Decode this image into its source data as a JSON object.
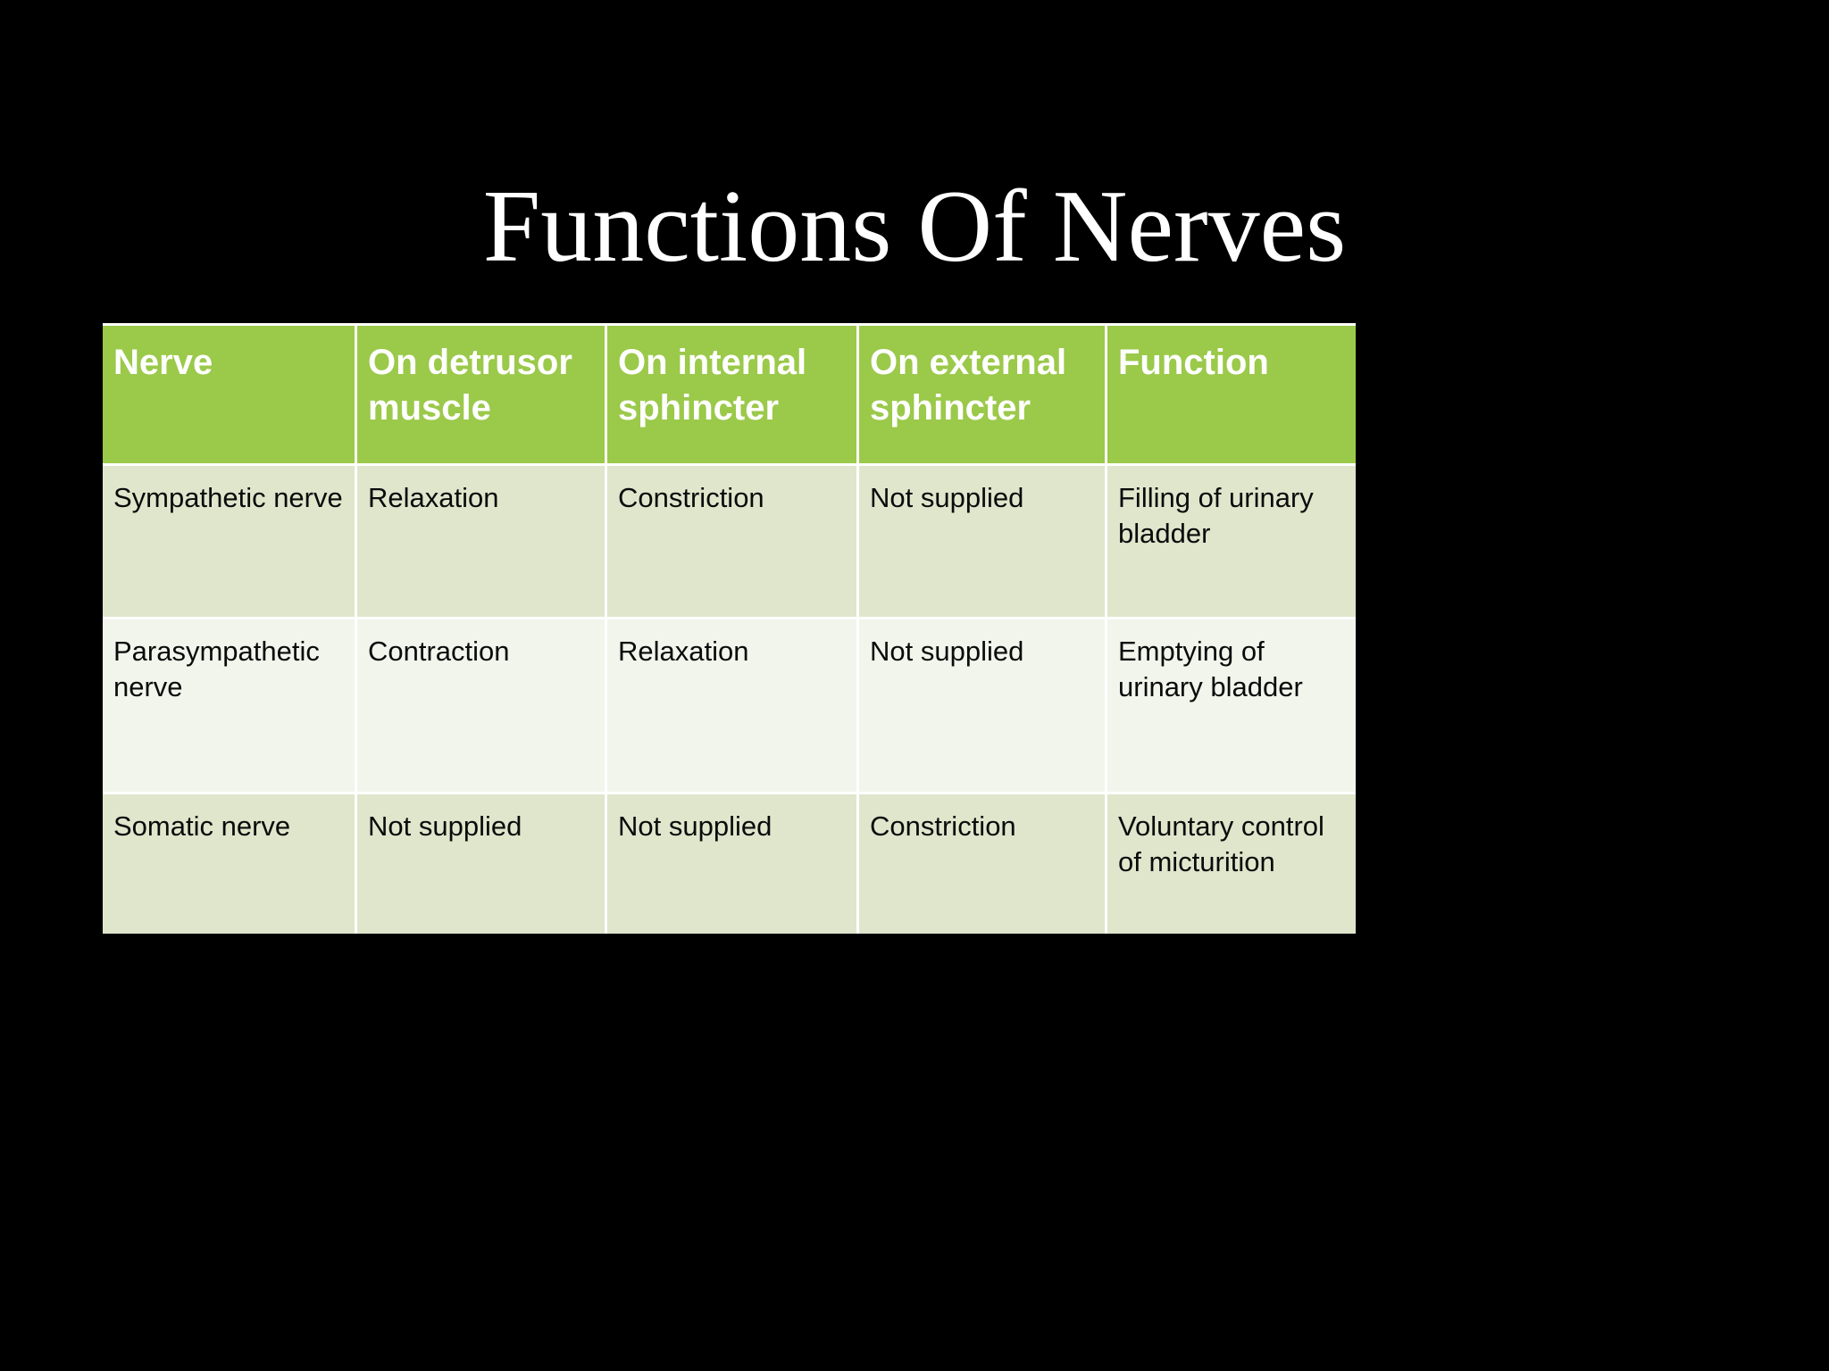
{
  "slide": {
    "title": "Functions Of Nerves",
    "background_color": "#000000",
    "title_color": "#ffffff"
  },
  "table": {
    "header_bg": "#9BC94A",
    "header_text_color": "#ffffff",
    "row_bg_even": "#DFE6CC",
    "row_bg_odd": "#F2F5EC",
    "grid_color": "#ffffff",
    "columns": [
      "Nerve",
      "On detrusor muscle",
      "On internal sphincter",
      "On external sphincter",
      "Function"
    ],
    "rows": [
      {
        "nerve": "Sympathetic nerve",
        "detrusor": "Relaxation",
        "internal_sphincter": "Constriction",
        "external_sphincter": "Not supplied",
        "function": "Filling of urinary bladder"
      },
      {
        "nerve": "Parasympathetic nerve",
        "detrusor": "Contraction",
        "internal_sphincter": "Relaxation",
        "external_sphincter": "Not supplied",
        "function": "Emptying of urinary bladder"
      },
      {
        "nerve": "Somatic nerve",
        "detrusor": "Not supplied",
        "internal_sphincter": "Not supplied",
        "external_sphincter": "Constriction",
        "function": "Voluntary control of micturition"
      }
    ]
  }
}
